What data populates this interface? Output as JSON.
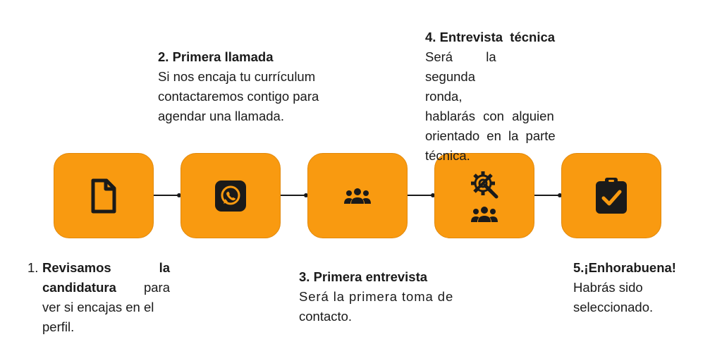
{
  "steps": [
    {
      "number": "1.",
      "title_line1_a": "Revisamos",
      "title_line1_b": "la",
      "title_line2": "candidatura",
      "line2_rest": "para",
      "line3": "ver si encajas en el",
      "line4": "perfil.",
      "icon": "document-icon"
    },
    {
      "title": "2. Primera llamada",
      "body": [
        "Si nos encaja tu currículum",
        "contactaremos contigo para",
        "agendar una llamada."
      ],
      "icon": "whatsapp-icon"
    },
    {
      "title": "3. Primera entrevista",
      "body": [
        "Será la primera toma de",
        "contacto."
      ],
      "icon": "group-icon"
    },
    {
      "title": "4. Entrevista  técnica",
      "body": [
        "Será la segunda",
        "ronda,",
        "hablarás con alguien",
        "orientado en la parte",
        "técnica."
      ],
      "icon": "gear-wrench-icon"
    },
    {
      "title": "5.¡Enhorabuena!",
      "body": [
        "Habrás sido",
        "seleccionado."
      ],
      "icon": "clipboard-check-icon"
    }
  ],
  "colors": {
    "box": "#f99a10",
    "ink": "#1a1a1a"
  }
}
